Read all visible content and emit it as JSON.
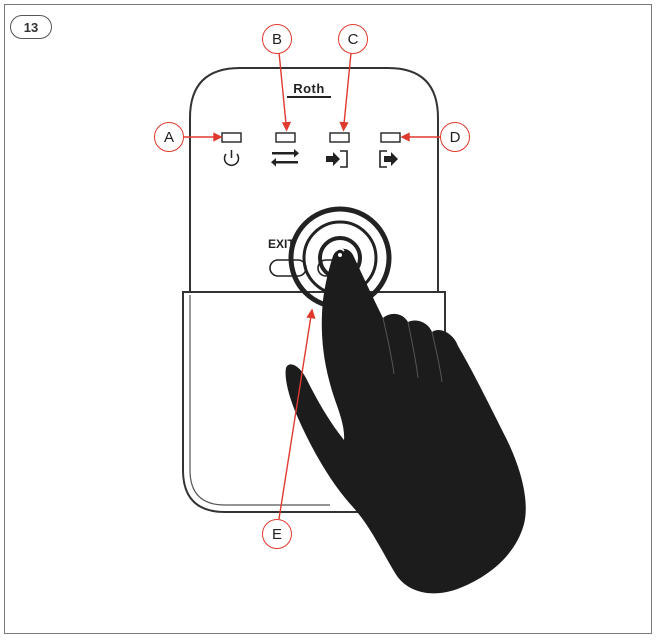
{
  "figure": {
    "number": "13"
  },
  "device": {
    "brand": "Roth",
    "exit_label": "EXIT"
  },
  "callouts": {
    "a": "A",
    "b": "B",
    "c": "C",
    "d": "D",
    "e": "E"
  },
  "icons": [
    "power-icon",
    "swap-arrows-icon",
    "enter-icon",
    "exit-icon",
    "wireless-touch-icon"
  ],
  "colors": {
    "callout": "#e03a2f",
    "device_outline": "#333333",
    "hand": "#1c1c1c"
  }
}
